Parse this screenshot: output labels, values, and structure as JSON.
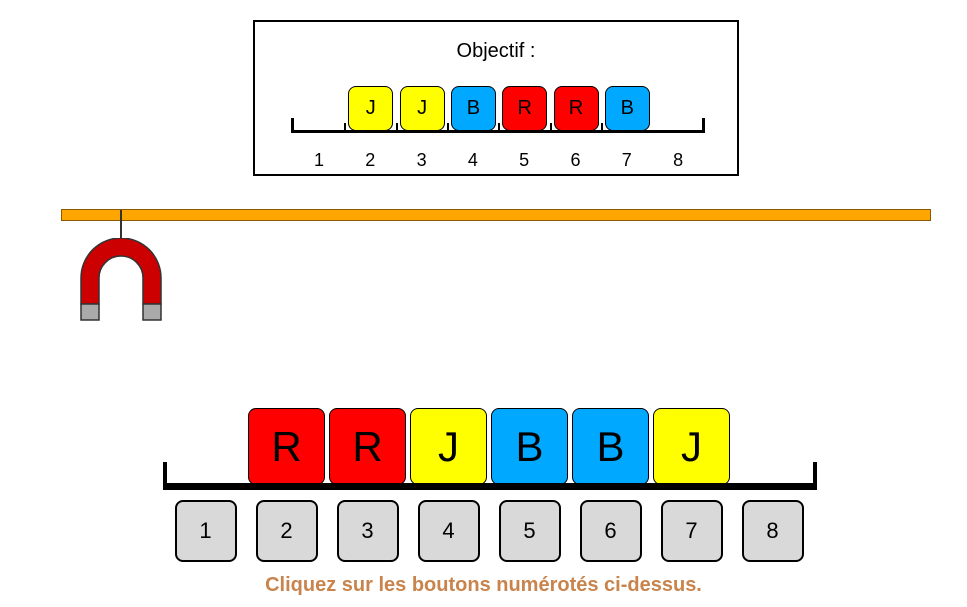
{
  "goal": {
    "title": "Objectif :",
    "slots": [
      "1",
      "2",
      "3",
      "4",
      "5",
      "6",
      "7",
      "8"
    ],
    "blocks": [
      {
        "label": "J",
        "slot": 2,
        "color": "#FFFF00"
      },
      {
        "label": "J",
        "slot": 3,
        "color": "#FFFF00"
      },
      {
        "label": "B",
        "slot": 4,
        "color": "#00A8FF"
      },
      {
        "label": "R",
        "slot": 5,
        "color": "#FF0000"
      },
      {
        "label": "R",
        "slot": 6,
        "color": "#FF0000"
      },
      {
        "label": "B",
        "slot": 7,
        "color": "#00A8FF"
      }
    ]
  },
  "crane": {
    "rail_color": "#FFA500",
    "magnet_color": "#CC0000",
    "magnet_tip_color": "#AAAAAA"
  },
  "work": {
    "blocks": [
      {
        "label": "R",
        "slot": 2,
        "color": "#FF0000"
      },
      {
        "label": "R",
        "slot": 3,
        "color": "#FF0000"
      },
      {
        "label": "J",
        "slot": 4,
        "color": "#FFFF00"
      },
      {
        "label": "B",
        "slot": 5,
        "color": "#00A8FF"
      },
      {
        "label": "B",
        "slot": 6,
        "color": "#00A8FF"
      },
      {
        "label": "J",
        "slot": 7,
        "color": "#FFFF00"
      }
    ],
    "buttons": [
      "1",
      "2",
      "3",
      "4",
      "5",
      "6",
      "7",
      "8"
    ]
  },
  "instructions": "Cliquez sur les boutons numérotés ci-dessus."
}
